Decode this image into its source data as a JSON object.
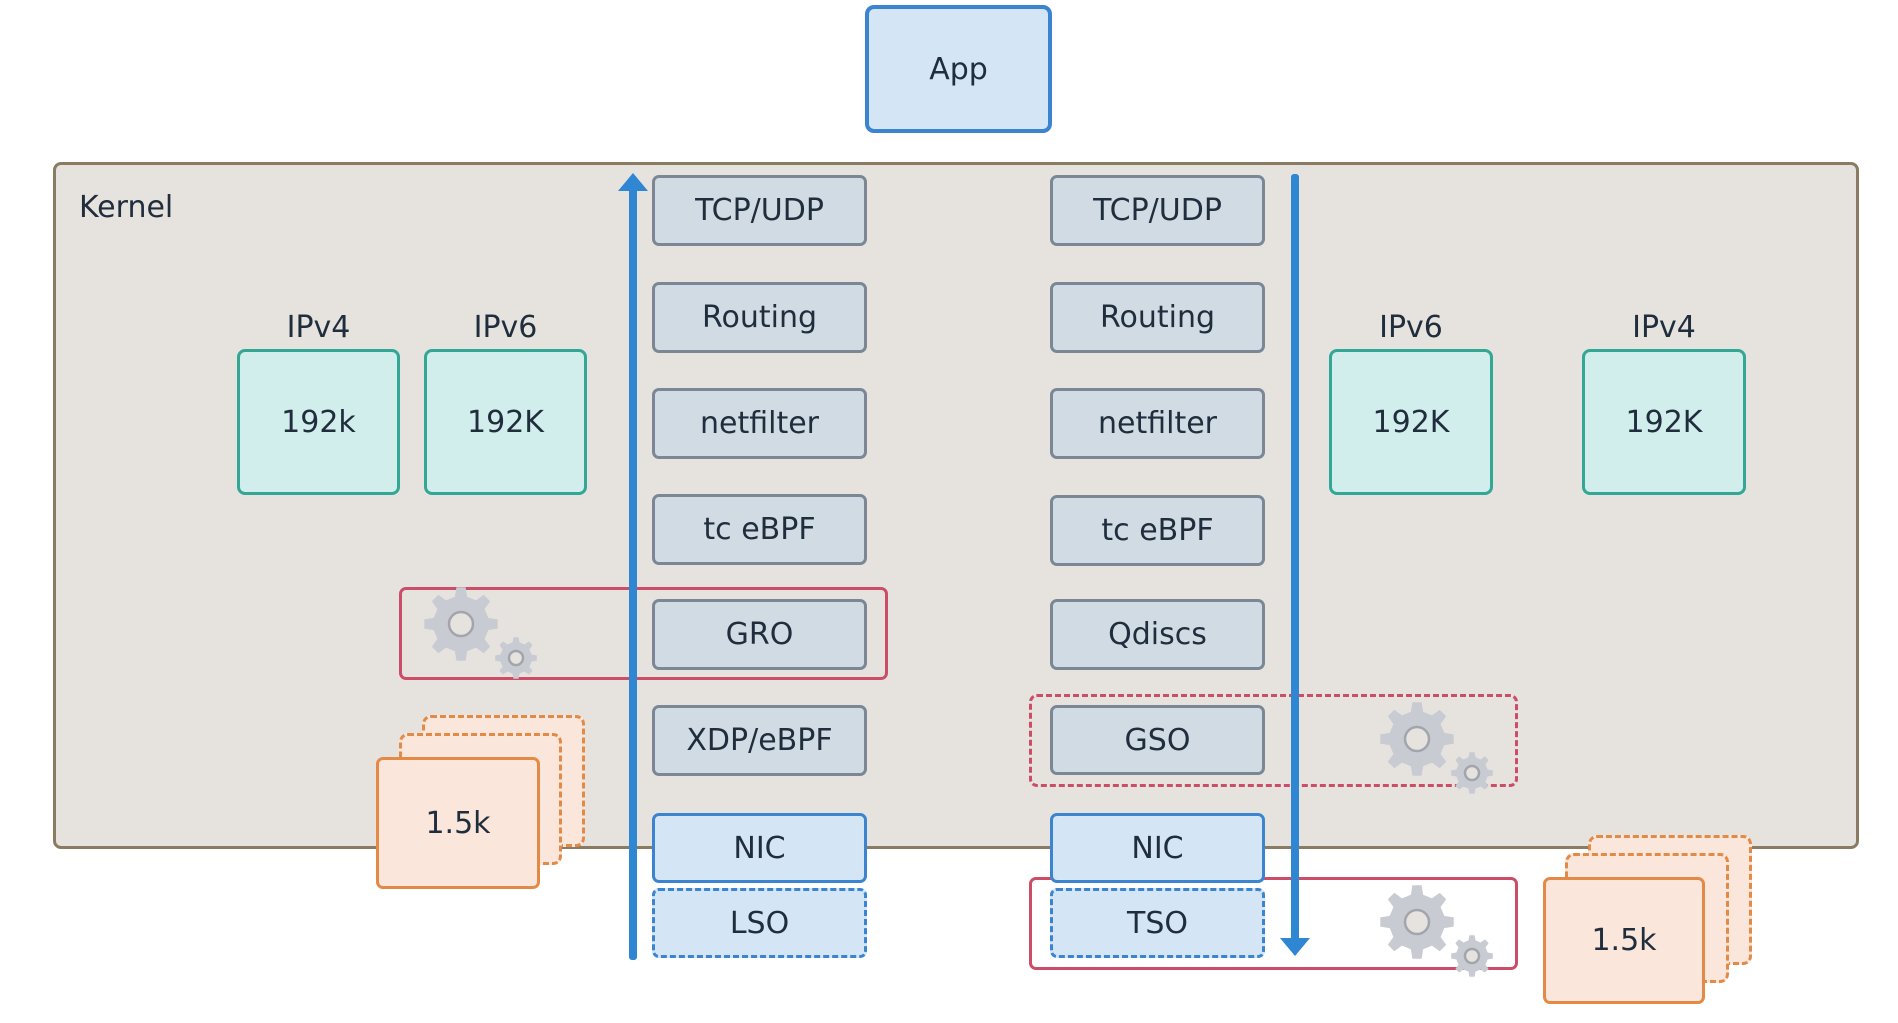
{
  "app": {
    "label": "App"
  },
  "kernel": {
    "label": "Kernel"
  },
  "receive_path": {
    "direction": "up",
    "layers": [
      "TCP/UDP",
      "Routing",
      "netfilter",
      "tc eBPF",
      "GRO",
      "XDP/eBPF"
    ],
    "nic": "NIC",
    "offload": "LSO",
    "highlight": "GRO",
    "buffers": [
      {
        "protocol": "IPv4",
        "size": "192k"
      },
      {
        "protocol": "IPv6",
        "size": "192K"
      }
    ],
    "packet_size": "1.5k"
  },
  "transmit_path": {
    "direction": "down",
    "layers": [
      "TCP/UDP",
      "Routing",
      "netfilter",
      "tc eBPF",
      "Qdiscs",
      "GSO"
    ],
    "nic": "NIC",
    "offload": "TSO",
    "highlights": [
      "GSO",
      "TSO"
    ],
    "buffers": [
      {
        "protocol": "IPv6",
        "size": "192K"
      },
      {
        "protocol": "IPv4",
        "size": "192K"
      }
    ],
    "packet_size": "1.5k"
  },
  "icons": {
    "offload_engine": "gears-icon"
  },
  "colors": {
    "arrow": "#2f86d3",
    "app_fill": "#d4e5f6",
    "kernel_fill": "#e6e3df",
    "layer_fill": "#d1dbe3",
    "buffer_fill": "#d2eeec",
    "buffer_border": "#33a796",
    "highlight_border": "#cc4d67",
    "packet_fill": "#fae6db",
    "packet_border": "#e38a47"
  }
}
